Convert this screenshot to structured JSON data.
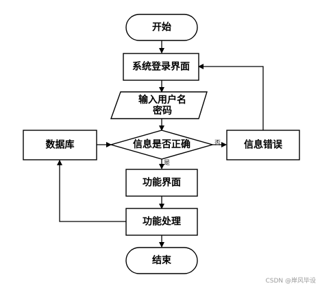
{
  "nodes": {
    "start": "开始",
    "login_screen": "系统登录界面",
    "input_line1": "输入用户名",
    "input_line2": "密码",
    "decision": "信息是否正确",
    "database": "数据库",
    "error": "信息错误",
    "function_screen": "功能界面",
    "function_process": "功能处理",
    "end": "结束"
  },
  "edge_labels": {
    "no": "否",
    "yes": "是"
  },
  "watermark": "CSDN @岸风毕设",
  "colors": {
    "stroke": "#000000",
    "fill": "#ffffff",
    "watermark": "#9a9a9a"
  }
}
